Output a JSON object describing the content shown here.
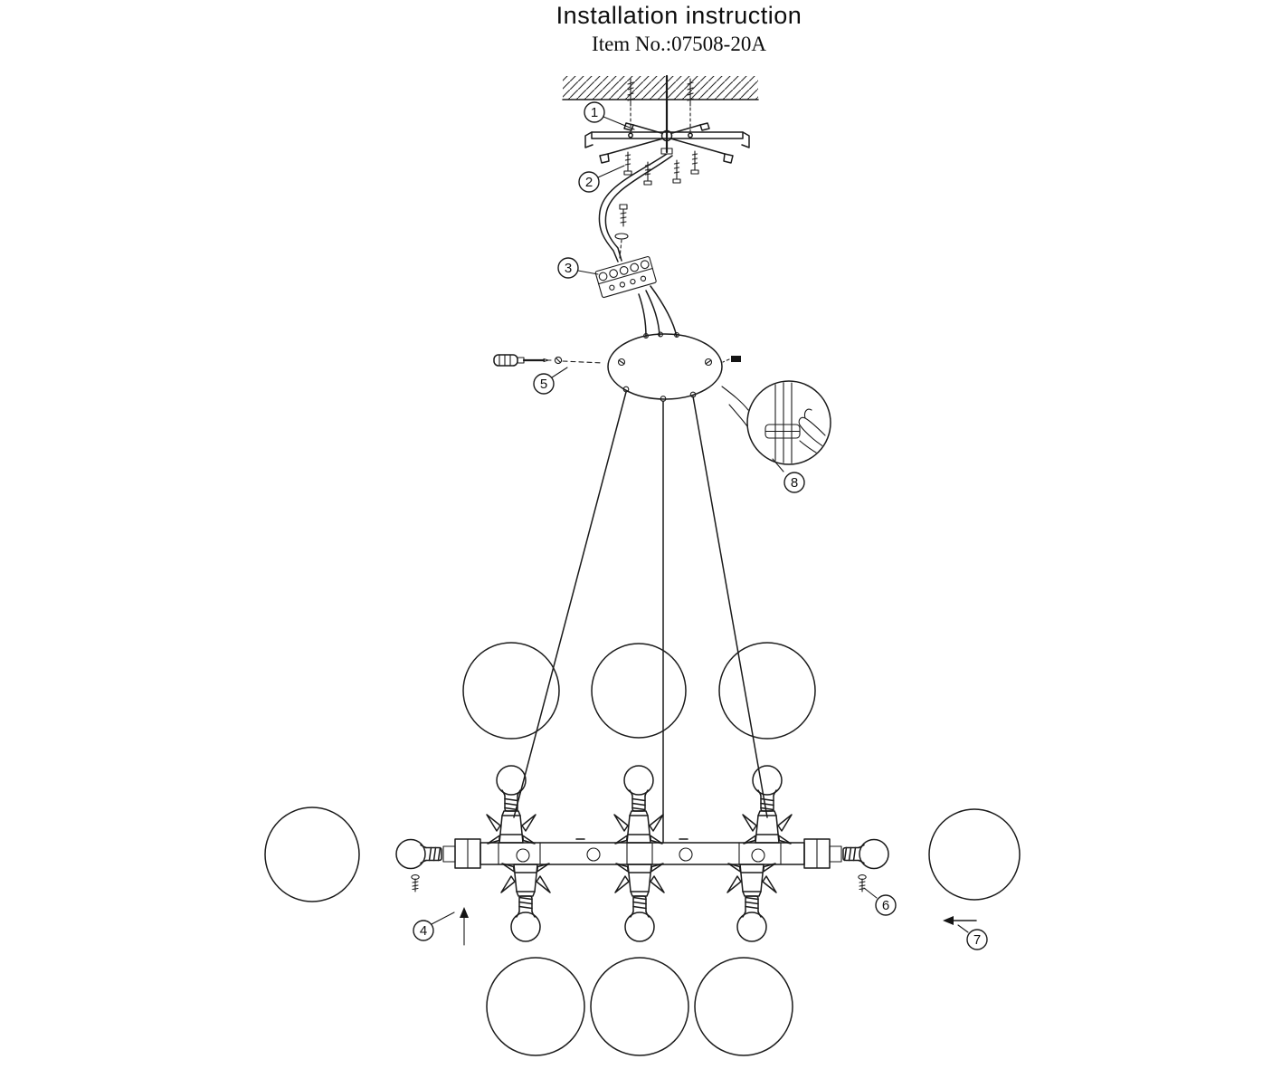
{
  "header": {
    "title": "Installation instruction",
    "item_no": "Item No.:07508-20A"
  },
  "steps": [
    "1",
    "2",
    "3",
    "4",
    "5",
    "6",
    "7",
    "8"
  ],
  "colors": {
    "line": "#1a1a1a",
    "background": "#ffffff"
  }
}
